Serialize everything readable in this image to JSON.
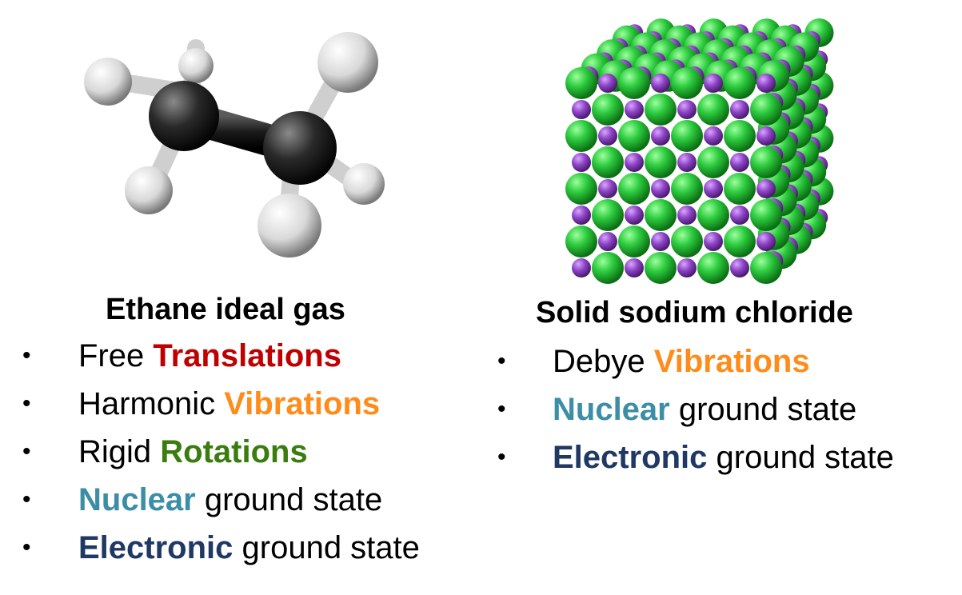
{
  "colors": {
    "translations": "#c00000",
    "vibrations": "#ff8c1a",
    "rotations": "#3a7d0e",
    "nuclear": "#3b8ea5",
    "electronic": "#1f3864",
    "carbon": "#2a2a2a",
    "hydrogen": "#e8e8e8",
    "chlorine": "#2ecc40",
    "sodium": "#8e44c6"
  },
  "left": {
    "heading": "Ethane ideal gas",
    "image_icon": "ethane-molecule-icon",
    "items": [
      {
        "plain_before": "Free ",
        "highlight": "Translations",
        "plain_after": "",
        "color_key": "translations"
      },
      {
        "plain_before": "Harmonic ",
        "highlight": "Vibrations",
        "plain_after": "",
        "color_key": "vibrations"
      },
      {
        "plain_before": "Rigid ",
        "highlight": "Rotations",
        "plain_after": "",
        "color_key": "rotations"
      },
      {
        "plain_before": "",
        "highlight": "Nuclear",
        "plain_after": " ground state",
        "color_key": "nuclear"
      },
      {
        "plain_before": "",
        "highlight": "Electronic",
        "plain_after": " ground state",
        "color_key": "electronic"
      }
    ]
  },
  "right": {
    "heading": "Solid sodium chloride",
    "image_icon": "sodium-chloride-crystal-icon",
    "items": [
      {
        "plain_before": "Debye ",
        "highlight": "Vibrations",
        "plain_after": "",
        "color_key": "vibrations"
      },
      {
        "plain_before": "",
        "highlight": "Nuclear",
        "plain_after": " ground state",
        "color_key": "nuclear"
      },
      {
        "plain_before": "",
        "highlight": "Electronic",
        "plain_after": " ground state",
        "color_key": "electronic"
      }
    ]
  },
  "bullet_glyph": "•"
}
